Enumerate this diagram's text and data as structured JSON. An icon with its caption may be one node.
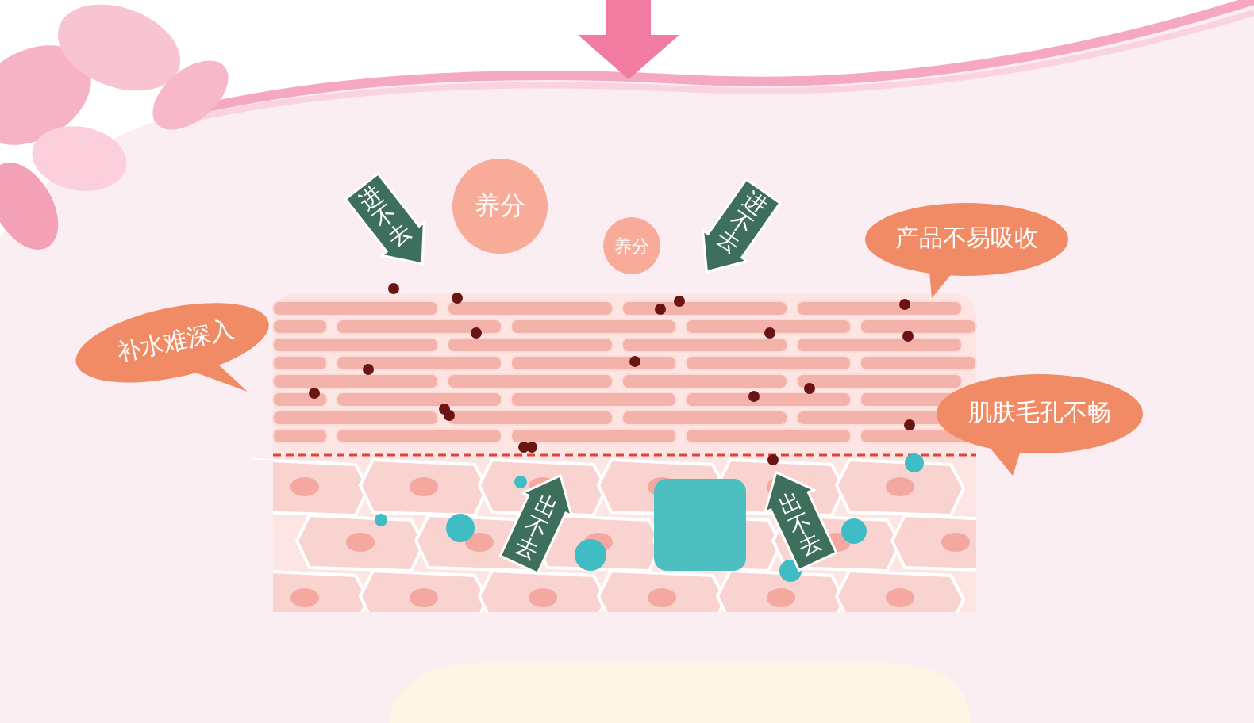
{
  "diagram": {
    "nodes": [
      {
        "text": [
          "进不去"
        ]
      },
      {
        "text": [
          "养分"
        ]
      },
      {
        "text": [
          "养分"
        ]
      },
      {
        "text": [
          "进不去"
        ]
      },
      {
        "text": [
          "产品不易吸收"
        ]
      },
      {
        "text": [
          "补水难深入"
        ]
      },
      {
        "text": [
          "肌肤毛孔不畅"
        ]
      },
      {
        "text": [
          "出不去"
        ]
      },
      {
        "text": [
          "出不去"
        ]
      }
    ]
  }
}
